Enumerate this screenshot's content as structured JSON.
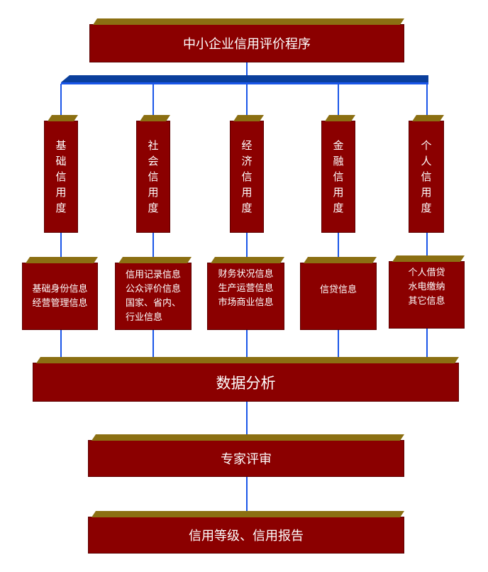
{
  "title": "中小企业信用评价程序",
  "categories": [
    {
      "label": "基础信用度",
      "info": [
        "基础身份信息",
        "经营管理信息"
      ]
    },
    {
      "label": "社会信用度",
      "info": [
        "信用记录信息",
        "公众评价信息",
        "国家、省内、",
        "行业信息"
      ]
    },
    {
      "label": "经济信用度",
      "info": [
        "财务状况信息",
        "生产运营信息",
        "市场商业信息"
      ]
    },
    {
      "label": "金融信用度",
      "info": [
        "信贷信息"
      ]
    },
    {
      "label": "个人信用度",
      "info": [
        "个人借贷",
        "水电缴纳",
        "其它信息"
      ]
    }
  ],
  "analysis": "数据分析",
  "review": "专家评审",
  "result": "信用等级、信用报告",
  "colors": {
    "box": "#8b0000",
    "cap": "#8b6f12",
    "connector": "#1a56e8",
    "bar": "#0a3f9c"
  }
}
